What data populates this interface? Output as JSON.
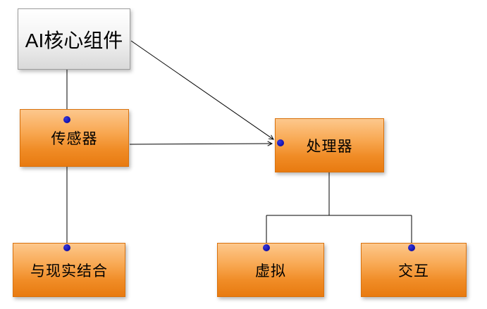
{
  "diagram": {
    "nodes": {
      "root": {
        "label": "AI核心组件"
      },
      "sensor": {
        "label": "传感器"
      },
      "processor": {
        "label": "处理器"
      },
      "reality": {
        "label": "与现实结合"
      },
      "virtual": {
        "label": "虚拟"
      },
      "interaction": {
        "label": "交互"
      }
    },
    "edges": [
      {
        "from": "root",
        "to": "sensor",
        "style": "line"
      },
      {
        "from": "root",
        "to": "processor",
        "style": "arrow"
      },
      {
        "from": "sensor",
        "to": "processor",
        "style": "arrow"
      },
      {
        "from": "sensor",
        "to": "reality",
        "style": "line"
      },
      {
        "from": "processor",
        "to": "virtual",
        "style": "elbow-line"
      },
      {
        "from": "processor",
        "to": "interaction",
        "style": "elbow-line"
      }
    ],
    "colors": {
      "node_fill_top": "#fdc88d",
      "node_fill_bottom": "#e87a10",
      "root_fill_top": "#ffffff",
      "root_fill_bottom": "#d9d9d9",
      "connector_dot": "#1414b4",
      "line": "#000000",
      "background": "#ffffff"
    }
  }
}
